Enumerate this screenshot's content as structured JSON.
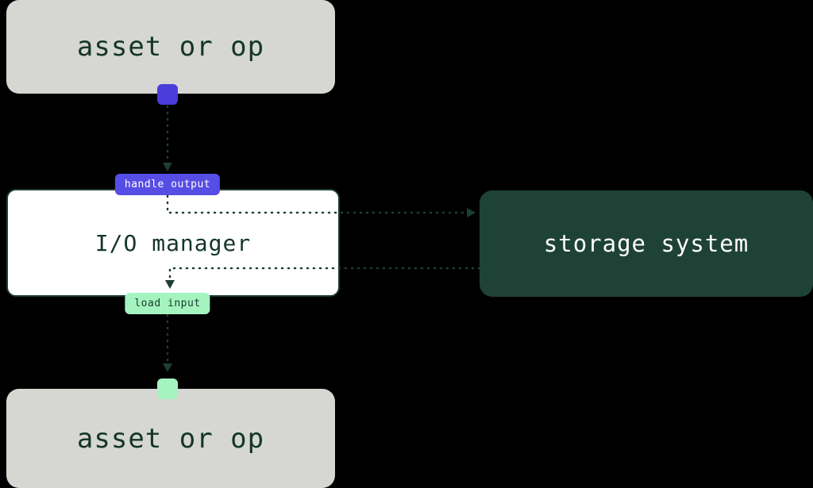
{
  "diagram": {
    "top_asset": {
      "label": "asset or op"
    },
    "bottom_asset": {
      "label": "asset or op"
    },
    "io_manager": {
      "label": "I/O manager"
    },
    "storage": {
      "label": "storage system"
    },
    "badges": {
      "handle_output": {
        "label": "handle output"
      },
      "load_input": {
        "label": "load input"
      }
    },
    "connections": [
      "asset-or-op -> handle-output",
      "handle-output -> storage-system",
      "storage-system -> load-input",
      "load-input -> asset-or-op"
    ],
    "colors": {
      "background": "#000000",
      "asset_box_bg": "#d6d6d2",
      "dark_green_text": "#14352b",
      "io_box_bg": "#ffffff",
      "io_box_border": "#1e3d33",
      "storage_bg": "#1f4237",
      "storage_text": "#ffffff",
      "purple_square": "#4a3ddb",
      "purple_badge": "#564ee4",
      "green_accent": "#a5f3bf",
      "connector": "#1e3d33"
    }
  }
}
